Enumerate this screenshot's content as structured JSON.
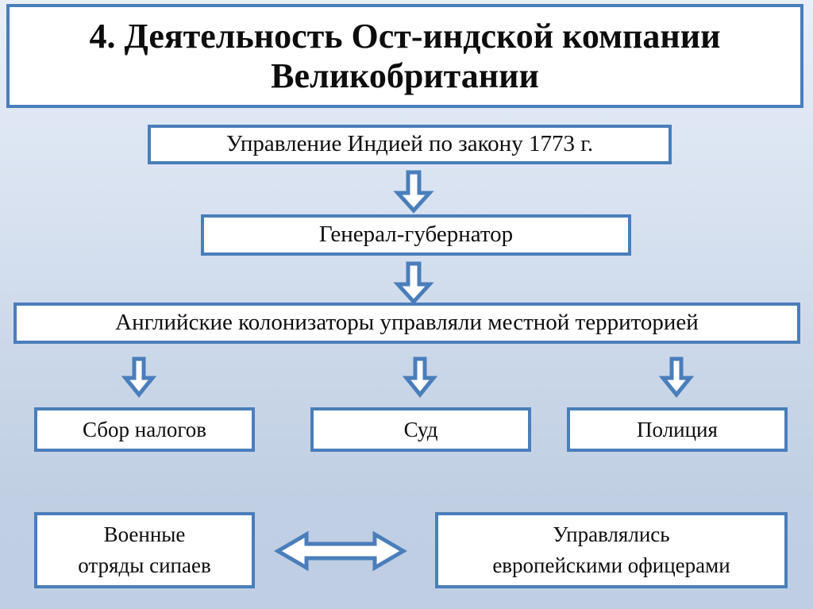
{
  "slide": {
    "title": "4. Деятельность Ост-индской компании Великобритании",
    "accent_color": "#4a7ebb",
    "box_fill": "#ffffff",
    "text_color": "#0d0d0d",
    "background_top": "#e9eff8",
    "background_bottom": "#bfcee3"
  },
  "nodes": {
    "law": "Управление Индией по закону 1773 г.",
    "governor": "Генерал-губернатор",
    "colonizers": "Английские колонизаторы управляли местной территорией",
    "taxes": "Сбор налогов",
    "court": "Суд",
    "police": "Полиция",
    "sepoys": "Военные\nотряды сипаев",
    "sepoys_line1": "Военные",
    "sepoys_line2": "отряды сипаев",
    "officers_line1": "Управлялись",
    "officers_line2": "европейскими офицерами"
  },
  "connectors": [
    {
      "name": "arrow-law-to-governor",
      "icon": "arrow-down-icon",
      "from": "law",
      "to": "governor"
    },
    {
      "name": "arrow-governor-to-colonizers",
      "icon": "arrow-down-icon",
      "from": "governor",
      "to": "colonizers"
    },
    {
      "name": "arrow-colonizers-to-taxes",
      "icon": "arrow-down-icon",
      "from": "colonizers",
      "to": "taxes"
    },
    {
      "name": "arrow-colonizers-to-court",
      "icon": "arrow-down-icon",
      "from": "colonizers",
      "to": "court"
    },
    {
      "name": "arrow-colonizers-to-police",
      "icon": "arrow-down-icon",
      "from": "colonizers",
      "to": "police"
    },
    {
      "name": "arrow-sepoys-officers",
      "icon": "arrow-left-right-icon",
      "from": "sepoys",
      "to": "officers"
    }
  ]
}
